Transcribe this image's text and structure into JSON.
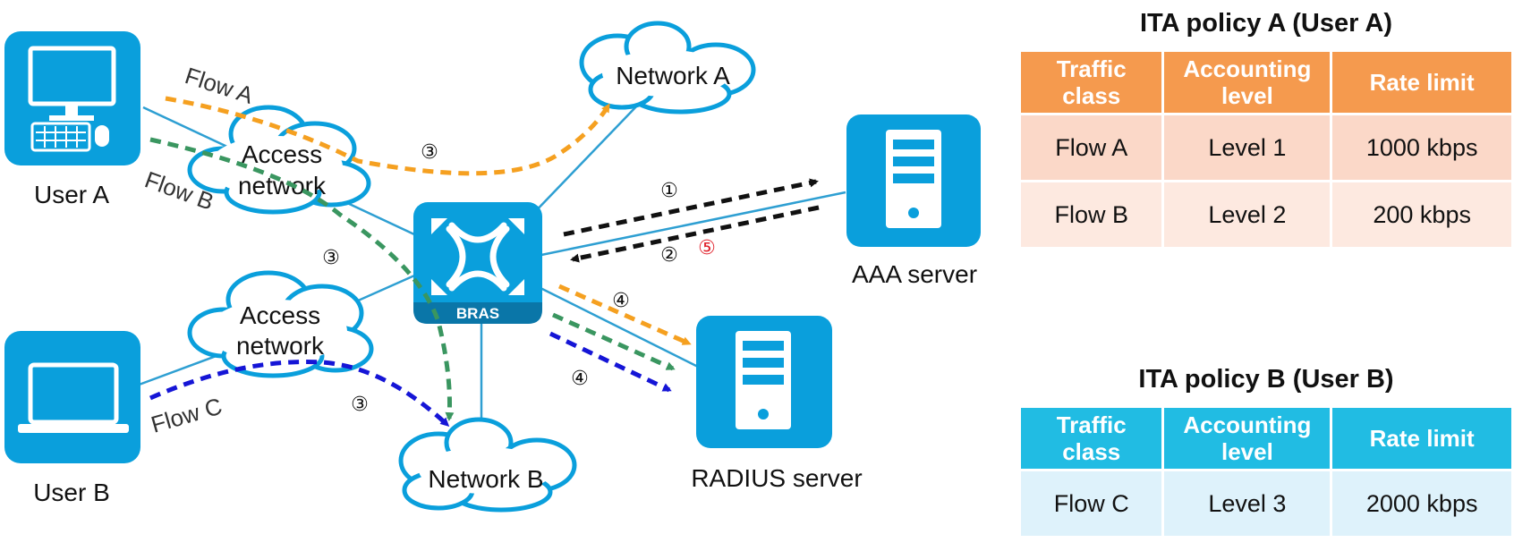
{
  "nodes": {
    "user_a": "User A",
    "user_b": "User B",
    "access_network_top_1": "Access",
    "access_network_top_2": "network",
    "access_network_bottom_1": "Access",
    "access_network_bottom_2": "network",
    "network_a": "Network A",
    "network_b": "Network B",
    "bras": "BRAS",
    "aaa_server": "AAA server",
    "radius_server": "RADIUS server"
  },
  "flows": {
    "flow_a": "Flow A",
    "flow_b": "Flow B",
    "flow_c": "Flow C"
  },
  "steps": {
    "s1": "①",
    "s2": "②",
    "s3": "③",
    "s4": "④",
    "s5": "⑤"
  },
  "colors": {
    "device": "#0a9fdc",
    "link": "#2e9fd2",
    "flow_a": "#f5a020",
    "flow_b": "#3a9660",
    "flow_c": "#1515d6",
    "signal": "#111111",
    "step5": "#e0202a",
    "policy_a_header": "#f59a4e",
    "policy_a_row1": "#fbd8c8",
    "policy_a_row2": "#fde9e0",
    "policy_b_header": "#21bce3",
    "policy_b_row": "#def2fb"
  },
  "policy_a": {
    "title": "ITA policy A (User A)",
    "headers": [
      "Traffic class",
      "Accounting level",
      "Rate limit"
    ],
    "rows": [
      [
        "Flow A",
        "Level 1",
        "1000 kbps"
      ],
      [
        "Flow B",
        "Level 2",
        "200 kbps"
      ]
    ]
  },
  "policy_b": {
    "title": "ITA policy B (User B)",
    "headers": [
      "Traffic class",
      "Accounting level",
      "Rate limit"
    ],
    "rows": [
      [
        "Flow C",
        "Level 3",
        "2000 kbps"
      ]
    ]
  }
}
